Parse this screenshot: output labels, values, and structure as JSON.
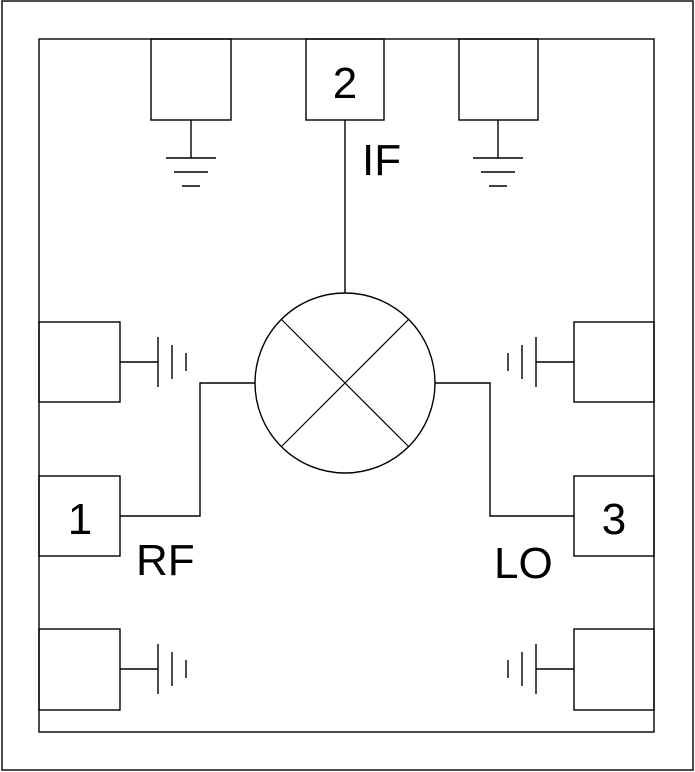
{
  "pins": {
    "rf": {
      "number": "1",
      "label": "RF"
    },
    "if": {
      "number": "2",
      "label": "IF"
    },
    "lo": {
      "number": "3",
      "label": "LO"
    }
  },
  "colors": {
    "stroke": "#000000",
    "background": "#ffffff"
  },
  "symbols": [
    "mixer-symbol",
    "ground-symbol",
    "capacitor-to-ground-symbol"
  ]
}
